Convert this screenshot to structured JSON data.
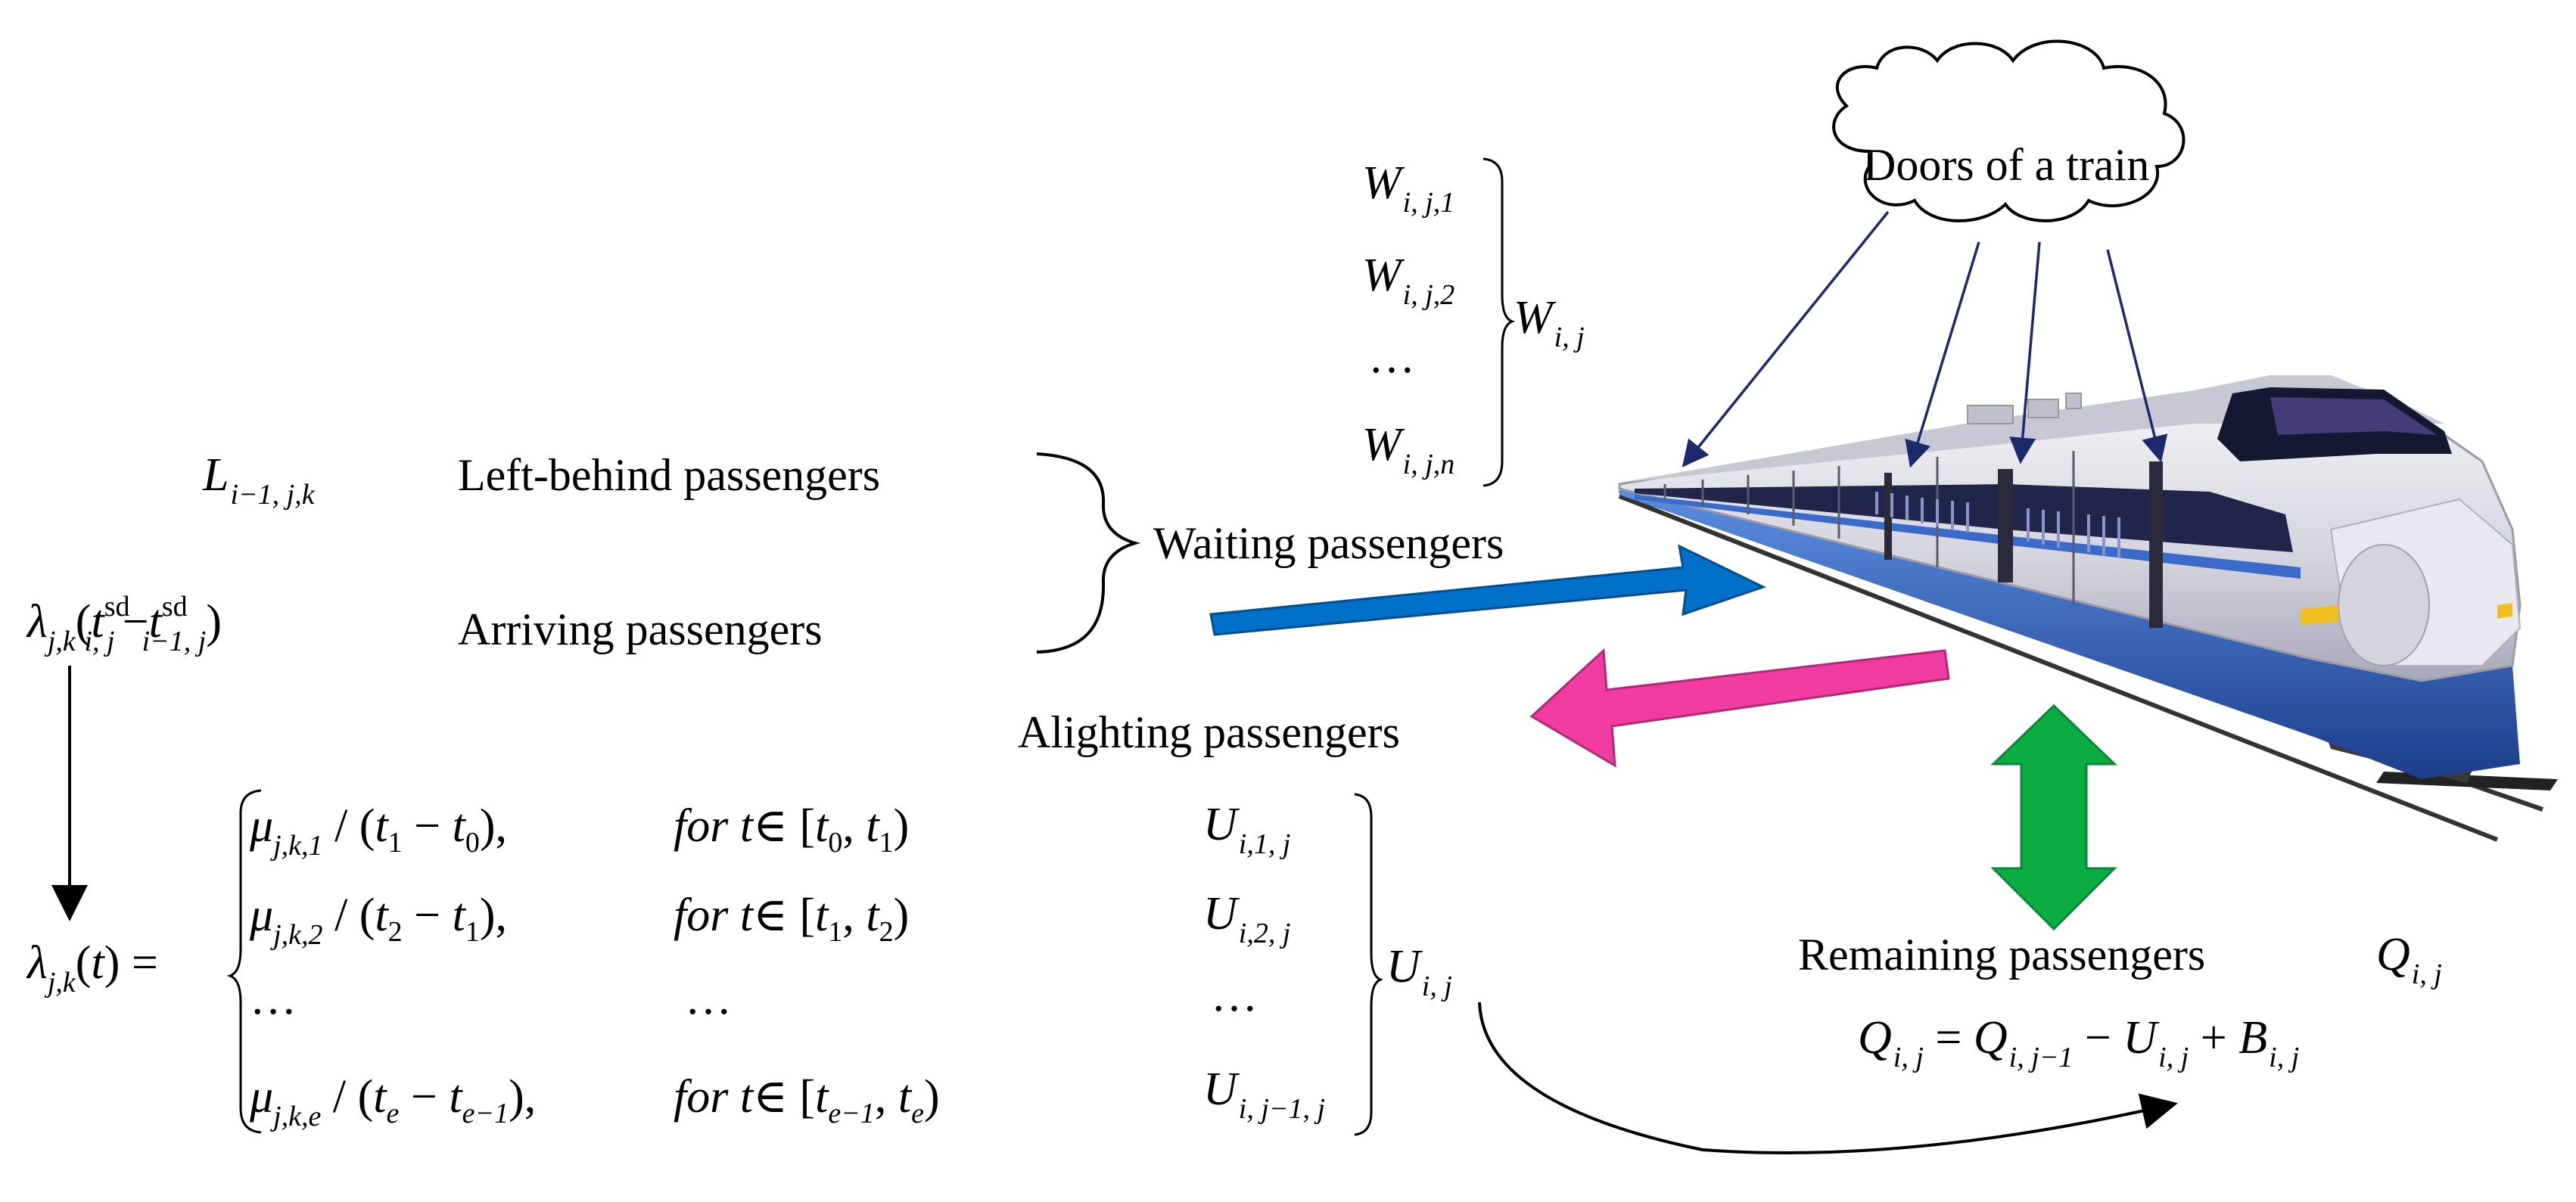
{
  "labels": {
    "doors": "Doors of a train",
    "left_behind": "Left-behind passengers",
    "arriving": "Arriving passengers",
    "waiting": "Waiting passengers",
    "alighting": "Alighting passengers",
    "remaining": "Remaining passengers"
  },
  "symbols": {
    "W": "W",
    "L": "L",
    "U": "U",
    "Q": "Q",
    "B": "B",
    "lambda": "λ",
    "mu": "μ",
    "ellipsis": "…",
    "for": "for",
    "in": "∈",
    "t": "t",
    "sd": "sd"
  },
  "subscripts": {
    "W1": "i, j,1",
    "W2": "i, j,2",
    "Wn": "i, j,n",
    "Wij": "i, j",
    "L": "i−1, j,k",
    "lambda_jk": "j,k",
    "t_ij": "i, j",
    "t_i1j": "i−1, j",
    "mu1": "j,k,1",
    "mu2": "j,k,2",
    "mue": "j,k,e",
    "U1": "i,1, j",
    "U2": "i,2, j",
    "Uj1": "i, j−1, j",
    "Uij": "i, j",
    "Qij": "i, j",
    "Qij1": "i, j−1",
    "Bij": "i, j",
    "t0": "0",
    "t1": "1",
    "t2": "2",
    "te": "e",
    "te1": "e−1"
  },
  "colors": {
    "waiting_arrow": "#0070C8",
    "alighting_arrow": "#F03CA0",
    "remaining_arrow": "#0CAE44",
    "door_arrows": "#1A2A6C",
    "train_body": "#E4E4EC",
    "train_blue": "#2E5FB4"
  }
}
